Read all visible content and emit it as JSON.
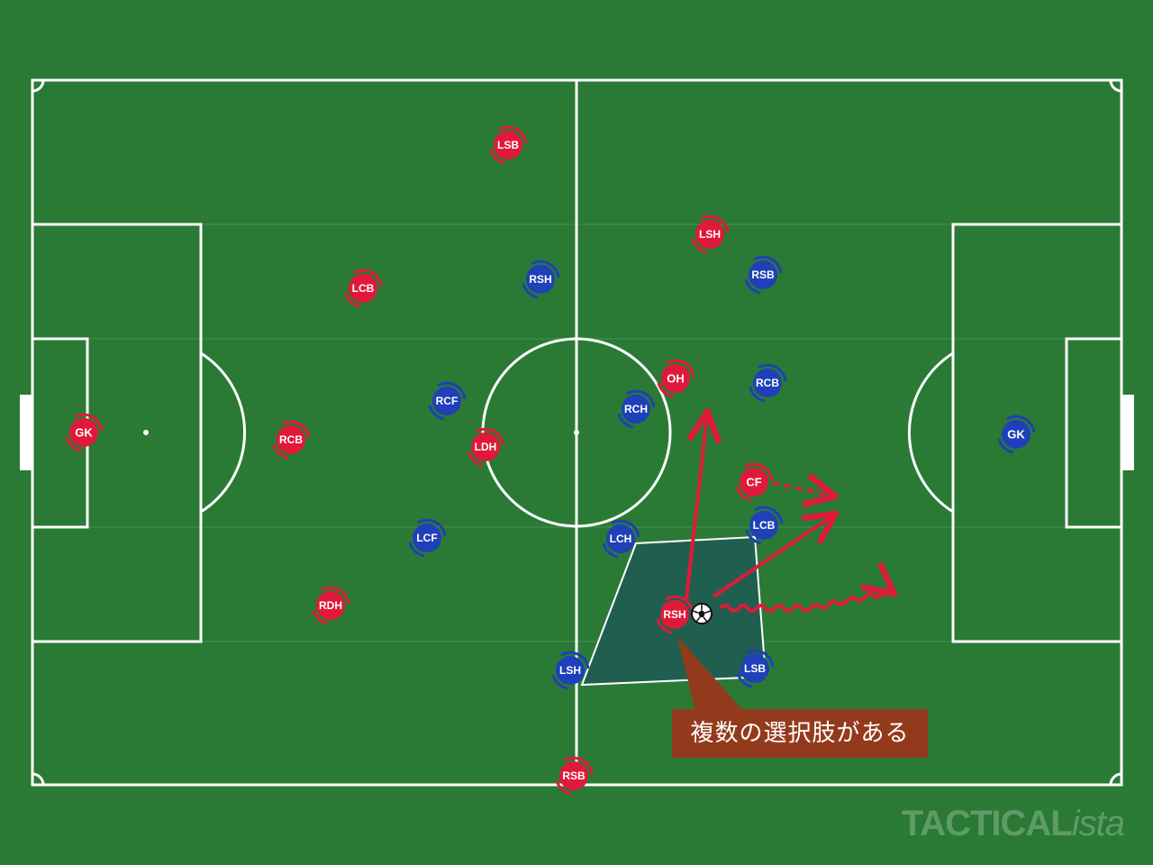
{
  "colors": {
    "grass": "#2a7a35",
    "lines": "#ffffff",
    "team_red": "#e0193a",
    "team_blue": "#1f40b8",
    "zone": "#1f5c52",
    "arrow": "#e0193a",
    "callout_bg": "#933a1c"
  },
  "red_team": [
    {
      "label": "GK"
    },
    {
      "label": "LSB"
    },
    {
      "label": "LCB"
    },
    {
      "label": "RCB"
    },
    {
      "label": "RDH"
    },
    {
      "label": "LDH"
    },
    {
      "label": "LSH"
    },
    {
      "label": "OH"
    },
    {
      "label": "CF"
    },
    {
      "label": "RSH"
    },
    {
      "label": "RSB"
    }
  ],
  "blue_team": [
    {
      "label": "RSH"
    },
    {
      "label": "RSB"
    },
    {
      "label": "RCF"
    },
    {
      "label": "RCH"
    },
    {
      "label": "RCB"
    },
    {
      "label": "LCF"
    },
    {
      "label": "LCH"
    },
    {
      "label": "LCB"
    },
    {
      "label": "LSH"
    },
    {
      "label": "LSB"
    },
    {
      "label": "GK"
    }
  ],
  "ball_icon": "soccer-ball-icon",
  "callout": {
    "text": "複数の選択肢がある"
  },
  "watermark": {
    "main": "TACTICAL",
    "italic": "ista"
  }
}
